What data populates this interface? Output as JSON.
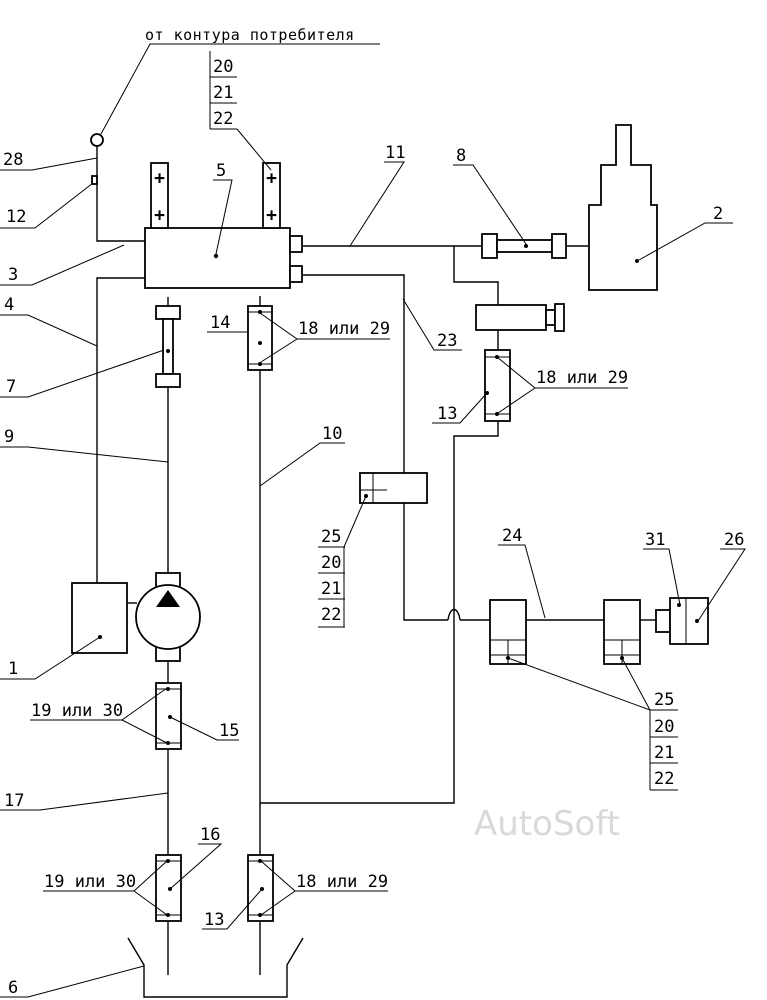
{
  "caption": "от контура потребителя",
  "watermark": "AutoSoft",
  "plus_sign": "+",
  "labels": {
    "l1": "1",
    "l2": "2",
    "l3": "3",
    "l4": "4",
    "l5": "5",
    "l6": "6",
    "l7": "7",
    "l8": "8",
    "l9": "9",
    "l10": "10",
    "l11": "11",
    "l12": "12",
    "l13a": "13",
    "l13b": "13",
    "l14": "14",
    "l15": "15",
    "l16": "16",
    "l17": "17",
    "l23": "23",
    "l24": "24",
    "l26": "26",
    "l28": "28",
    "l31": "31"
  },
  "valve_labels": {
    "v18a": "18 или 29",
    "v18b": "18 или 29",
    "v18c": "18 или 29",
    "v19a": "19 или 30",
    "v19b": "19 или 30"
  },
  "stacks": {
    "top": [
      "20",
      "21",
      "22"
    ],
    "mid": [
      "25",
      "20",
      "21",
      "22"
    ],
    "right": [
      "25",
      "20",
      "21",
      "22"
    ]
  }
}
